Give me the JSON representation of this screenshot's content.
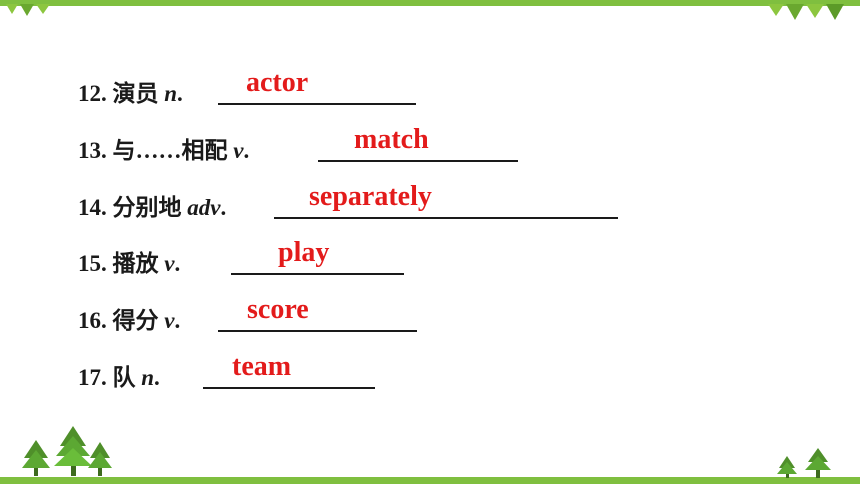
{
  "colors": {
    "accent": "#7fbf3f",
    "answer": "#e31b1b",
    "text": "#1a1a1a"
  },
  "items": [
    {
      "num": "12.",
      "cn": "演员",
      "pos": "n",
      "punct": ".",
      "answer": "actor"
    },
    {
      "num": "13.",
      "cn": "与……相配",
      "pos": "v",
      "punct": ".",
      "answer": "match"
    },
    {
      "num": "14.",
      "cn": "分别地",
      "pos": "adv",
      "punct": ".",
      "answer": "separately"
    },
    {
      "num": "15.",
      "cn": "播放",
      "pos": "v",
      "punct": ".",
      "answer": "play"
    },
    {
      "num": "16.",
      "cn": "得分",
      "pos": "v",
      "punct": ".",
      "answer": "score"
    },
    {
      "num": "17.",
      "cn": "队",
      "pos": "n",
      "punct": ".",
      "answer": "team"
    }
  ],
  "icons": [
    "leaf-garland-icon",
    "pine-tree-icon"
  ]
}
